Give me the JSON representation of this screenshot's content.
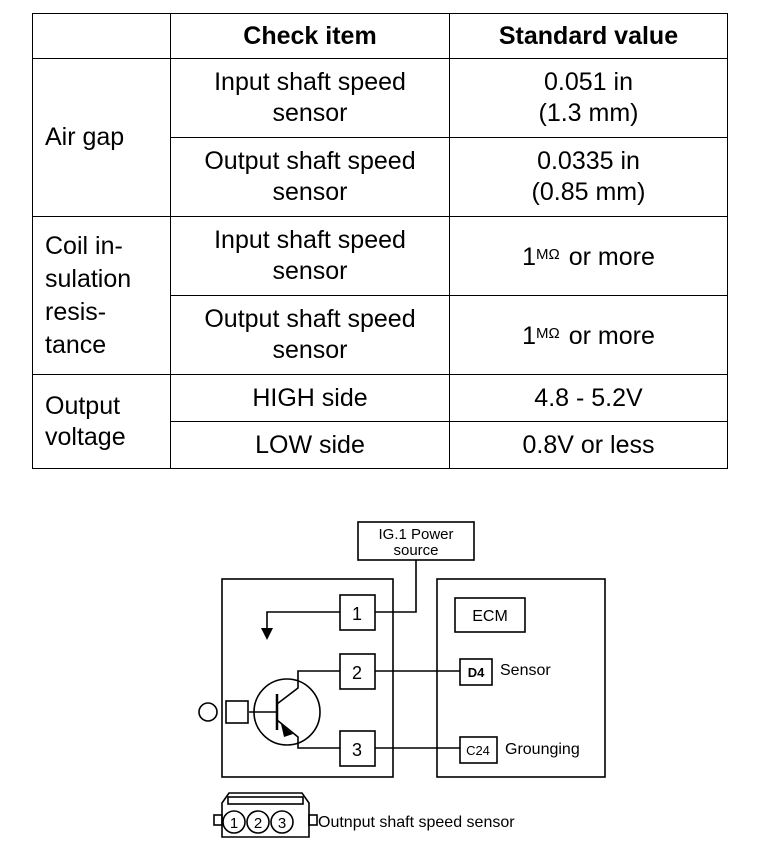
{
  "table": {
    "headers": {
      "corner": "",
      "check_item": "Check item",
      "standard_value": "Standard value"
    },
    "groups": [
      {
        "label_lines": [
          "Air gap"
        ],
        "rows": [
          {
            "item_lines": [
              "Input shaft speed",
              "sensor"
            ],
            "value_lines": [
              "0.051  in",
              "(1.3  mm)"
            ]
          },
          {
            "item_lines": [
              "Output shaft speed",
              "sensor"
            ],
            "value_lines": [
              "0.0335  in",
              "(0.85  mm)"
            ]
          }
        ]
      },
      {
        "label_lines": [
          "Coil in-",
          "sulation",
          "resis-",
          "tance"
        ],
        "rows": [
          {
            "item_lines": [
              "Input shaft speed",
              "sensor"
            ],
            "value_num": "1",
            "value_unit": "MΩ",
            "value_rest": " or more"
          },
          {
            "item_lines": [
              "Output shaft speed",
              "sensor"
            ],
            "value_num": "1",
            "value_unit": "MΩ",
            "value_rest": " or more"
          }
        ]
      },
      {
        "label_lines": [
          "Output",
          "voltage"
        ],
        "rows": [
          {
            "item": "HIGH side",
            "value": "4.8 - 5.2V"
          },
          {
            "item": "LOW side",
            "value": "0.8V or less"
          }
        ]
      }
    ]
  },
  "diagram": {
    "power_label_lines": [
      "IG.1 Power",
      "source"
    ],
    "pins": [
      "1",
      "2",
      "3"
    ],
    "ecm_label": "ECM",
    "d4_label": "D4",
    "sensor_label": "Sensor",
    "c24_label": "C24",
    "grounding_label": "Grounging",
    "connector_pins": [
      "1",
      "2",
      "3"
    ],
    "caption": "Outnput shaft speed sensor"
  }
}
